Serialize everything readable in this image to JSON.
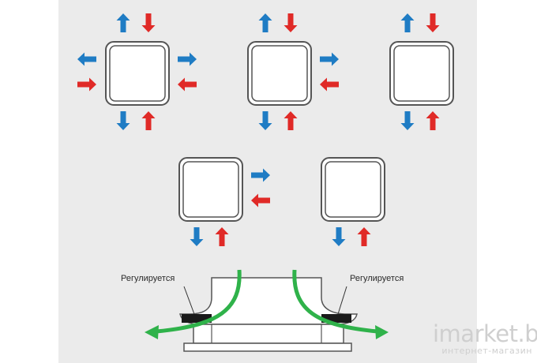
{
  "diagram": {
    "colors": {
      "exhaust": "#1f7cc4",
      "supply": "#e02a27",
      "flow": "#2fb24a",
      "panel_bg": "#ebebeb",
      "outline": "#555555",
      "gasket": "#1a1a1a"
    },
    "arrow_semantics": {
      "blue": "exhaust-outflow",
      "red": "supply-inflow"
    },
    "units": [
      {
        "id": "4-way",
        "sides": [
          "top",
          "left",
          "right",
          "bottom"
        ]
      },
      {
        "id": "3-way",
        "sides": [
          "top",
          "right",
          "bottom"
        ]
      },
      {
        "id": "2-way-vertical",
        "sides": [
          "top",
          "bottom"
        ]
      },
      {
        "id": "2-way-corner",
        "sides": [
          "right",
          "bottom"
        ]
      },
      {
        "id": "1-way",
        "sides": [
          "bottom"
        ]
      }
    ],
    "cross_section": {
      "label_left": "Регулируется",
      "label_right": "Регулируется"
    }
  },
  "watermark": {
    "brand": "imarket.by",
    "subtitle": "интернет-магазин"
  }
}
